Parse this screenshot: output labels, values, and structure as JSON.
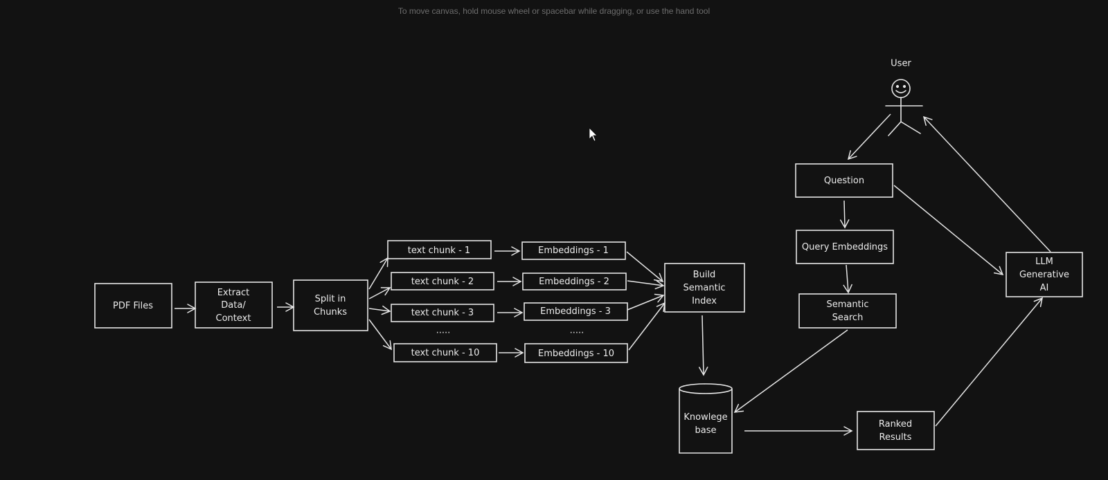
{
  "hint": "To move canvas, hold mouse wheel or spacebar while dragging, or use the hand tool",
  "diagram": {
    "actor": {
      "label": "User"
    },
    "nodes": {
      "pdf": [
        "PDF Files"
      ],
      "extract": [
        "Extract",
        "Data/",
        "Context"
      ],
      "split": [
        "Split in",
        "Chunks"
      ],
      "chunk1": [
        "text chunk - 1"
      ],
      "chunk2": [
        "text chunk - 2"
      ],
      "chunk3": [
        "text chunk - 3"
      ],
      "chunk10": [
        "text chunk - 10"
      ],
      "emb1": [
        "Embeddings - 1"
      ],
      "emb2": [
        "Embeddings  - 2"
      ],
      "emb3": [
        "Embeddings  - 3"
      ],
      "emb10": [
        "Embeddings  - 10"
      ],
      "index": [
        "Build",
        "Semantic",
        "Index"
      ],
      "kb": [
        "Knowlege",
        "base"
      ],
      "question": [
        "Question"
      ],
      "qemb": [
        "Query Embeddings"
      ],
      "search": [
        "Semantic",
        "Search"
      ],
      "ranked": [
        "Ranked",
        "Results"
      ],
      "llm": [
        "LLM",
        "Generative",
        "AI"
      ]
    },
    "ellipsis_chunks": ".....",
    "ellipsis_embeddings": "....."
  }
}
